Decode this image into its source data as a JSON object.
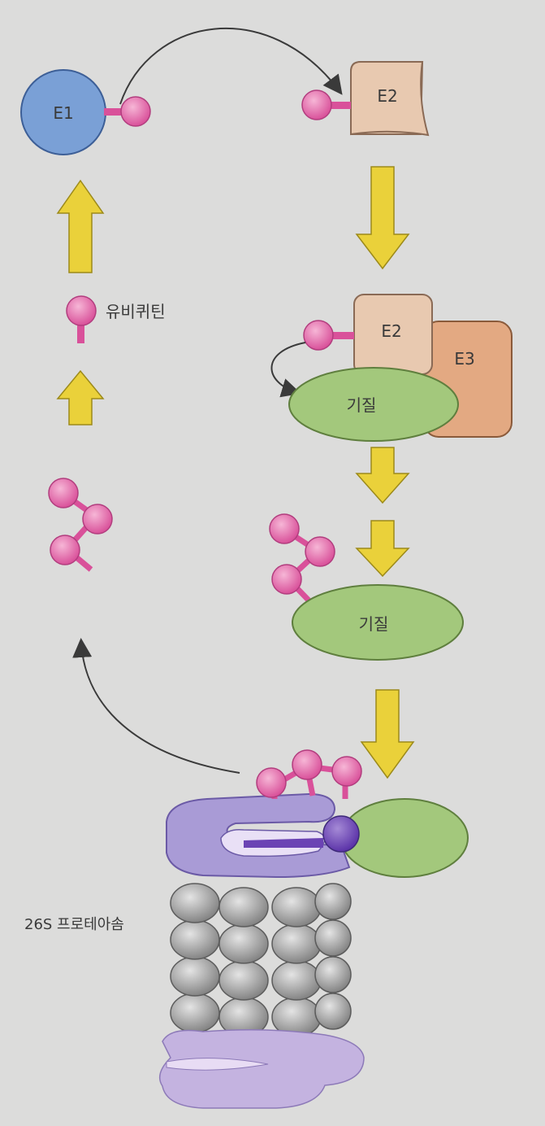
{
  "labels": {
    "e1": "E1",
    "e2_top": "E2",
    "e2_mid": "E2",
    "e3": "E3",
    "ubiquitin": "유비퀴틴",
    "substrate_1": "기질",
    "substrate_2": "기질",
    "proteasome": "26S 프로테아솜"
  },
  "colors": {
    "background": "#dcdcdb",
    "e1": "#7aa0d6",
    "e2": "#e8c9b0",
    "e3": "#e3a982",
    "substrate": "#a3c87c",
    "ubiquitin": "#e26aa4",
    "arrow_yellow": "#ead13a",
    "proteasome_cap": "#a99bd6",
    "proteasome_core": "#9b9b9b"
  }
}
